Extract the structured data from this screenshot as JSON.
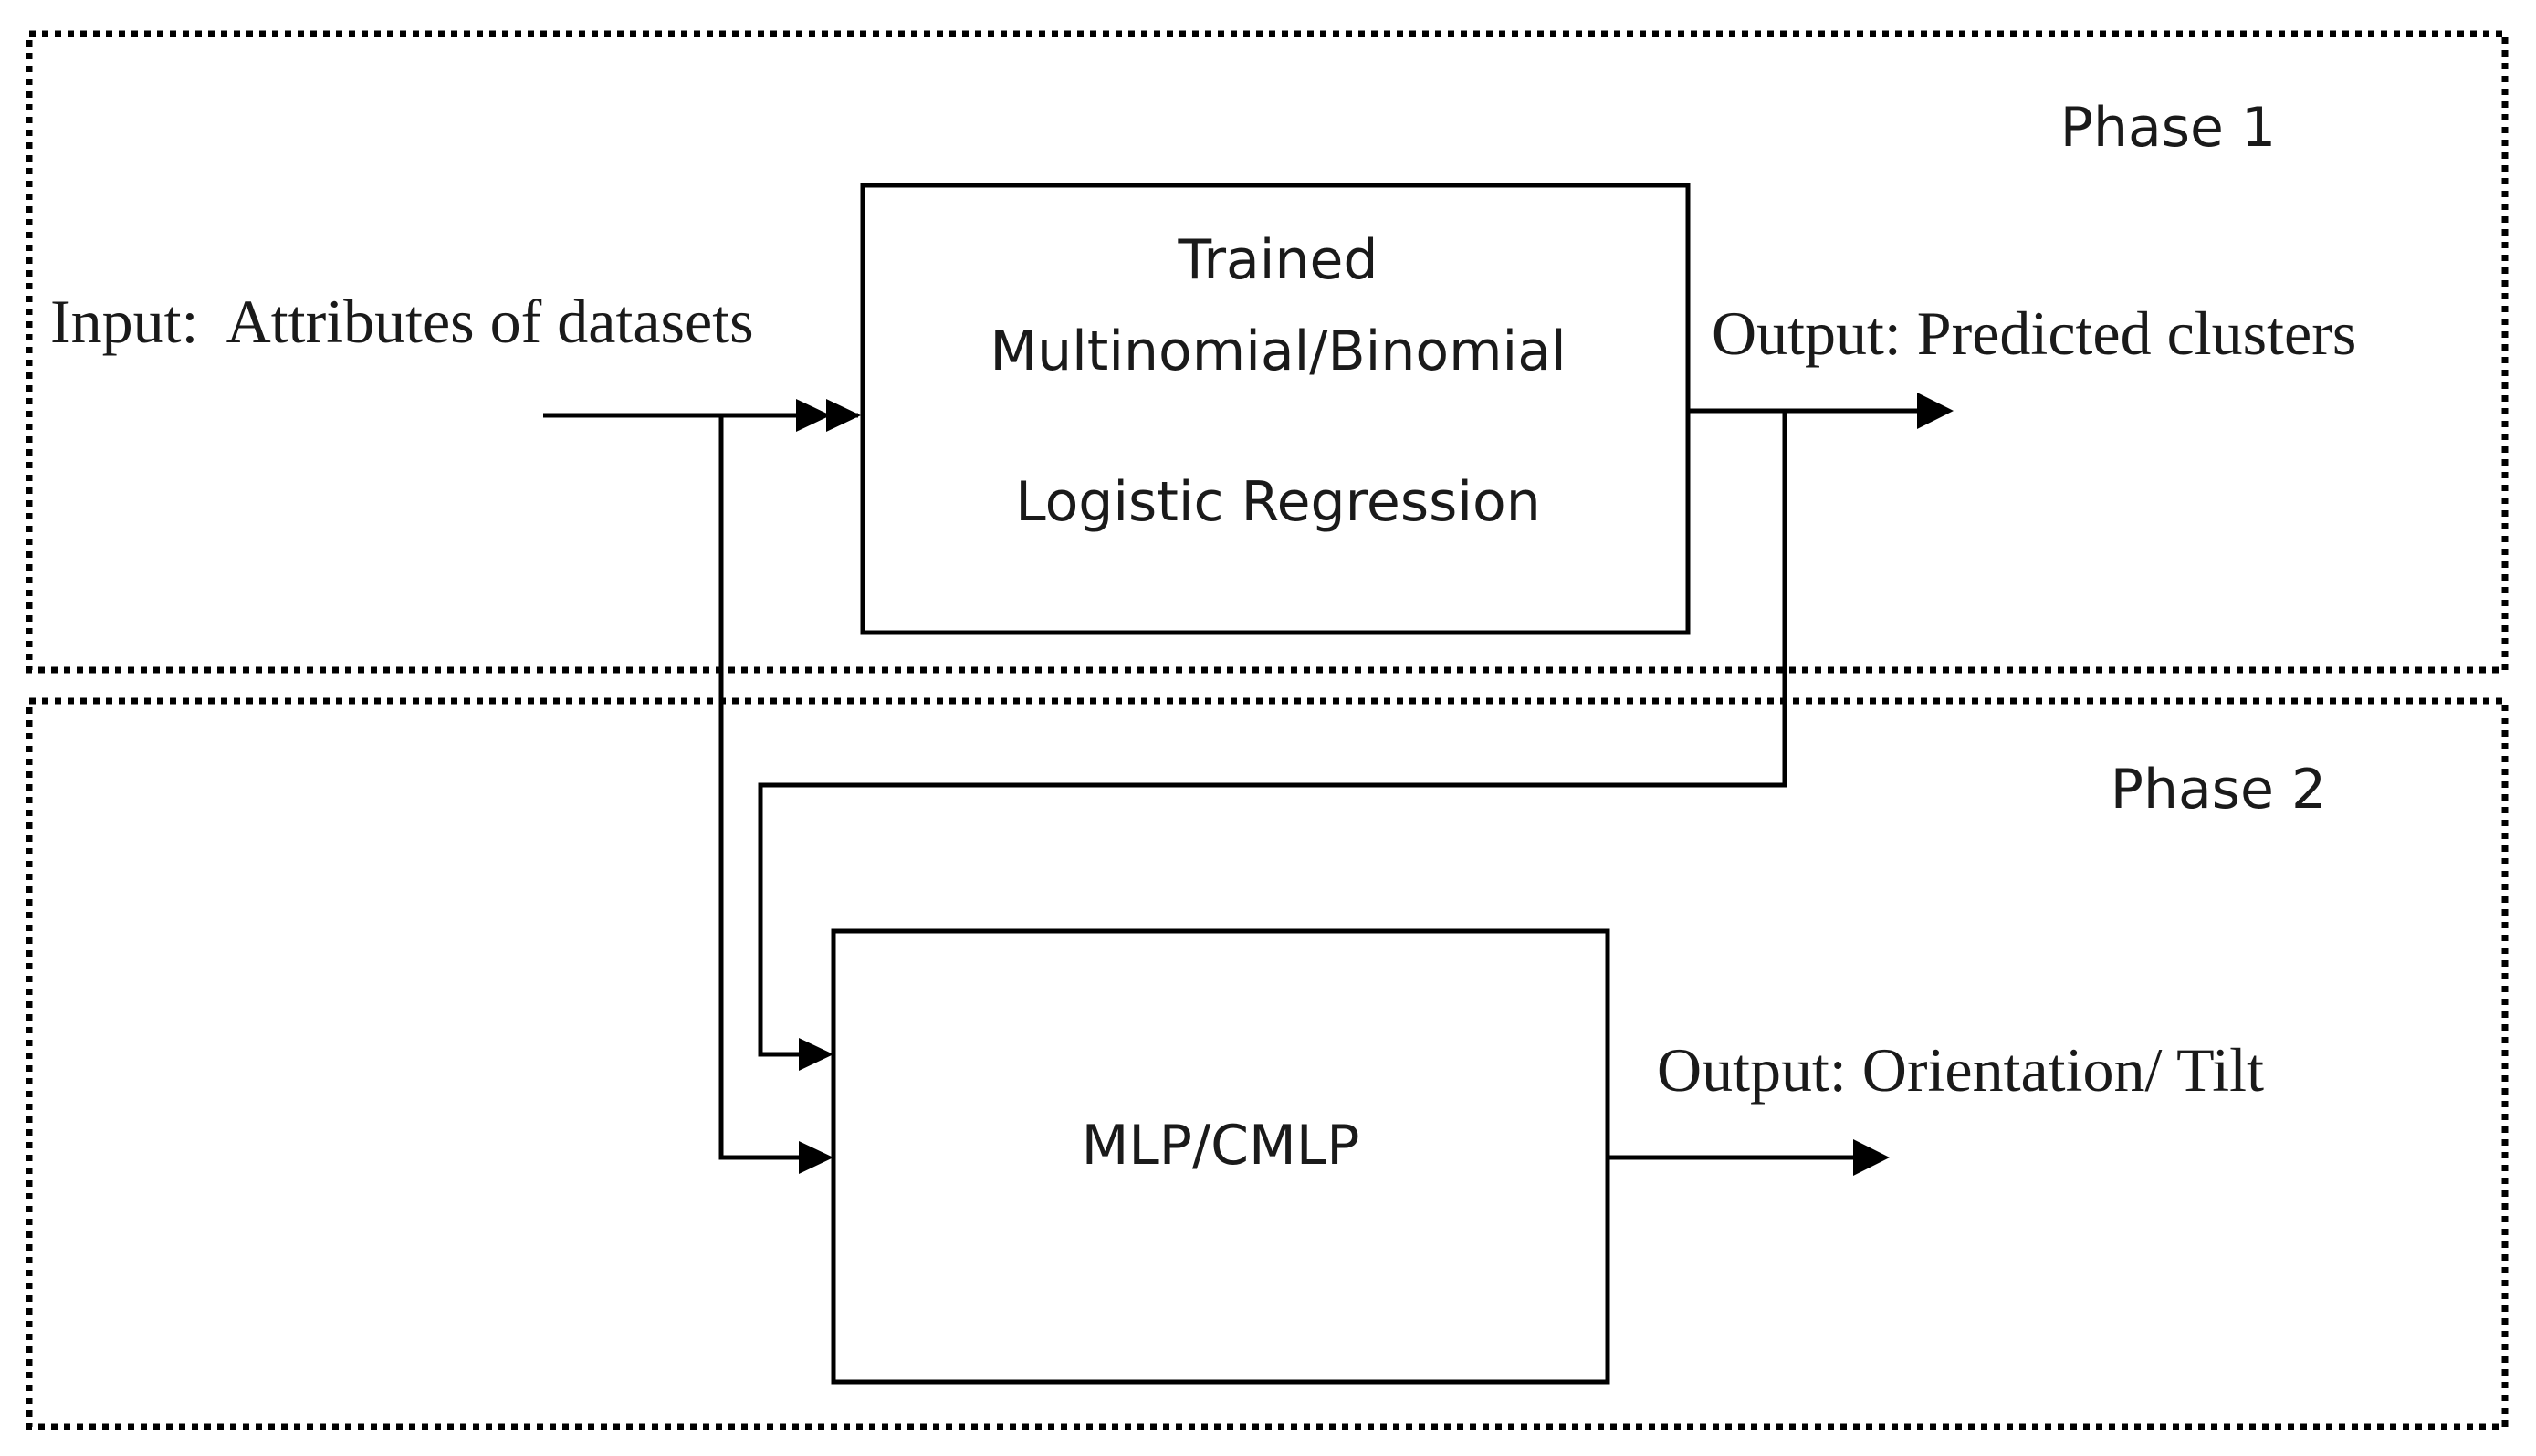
{
  "phase1": {
    "label": "Phase 1",
    "model_box": {
      "line1": "Trained",
      "line2": "Multinomial/Binomial",
      "line3": "Logistic Regression"
    },
    "input_label": "Input:  Attributes of datasets",
    "output_label": "Output: Predicted clusters"
  },
  "phase2": {
    "label": "Phase 2",
    "model_box": {
      "line1": "MLP/CMLP"
    },
    "output_label": "Output: Orientation/ Tilt"
  },
  "colors": {
    "stroke": "#000000",
    "text": "#1a1a1a",
    "background": "#ffffff"
  }
}
